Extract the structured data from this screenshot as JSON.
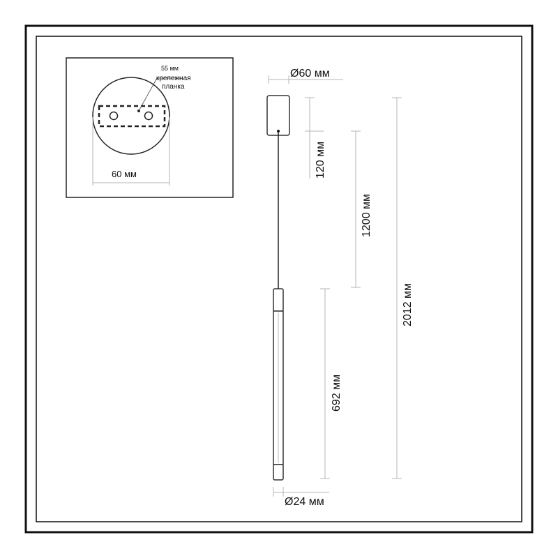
{
  "colors": {
    "frame": "#111111",
    "dimension_line": "#b5b5b5",
    "lamp_outline": "#333333",
    "background": "#ffffff"
  },
  "inset": {
    "label_55": "55 мм",
    "label_plate_line1": "крепежная",
    "label_plate_line2": "планка",
    "label_60": "60 мм"
  },
  "dimensions": {
    "canopy_diameter": "Ø60 мм",
    "canopy_height": "120 мм",
    "cable_length": "1200 мм",
    "total_length": "2012 мм",
    "tube_length": "692 мм",
    "tube_diameter": "Ø24 мм"
  }
}
